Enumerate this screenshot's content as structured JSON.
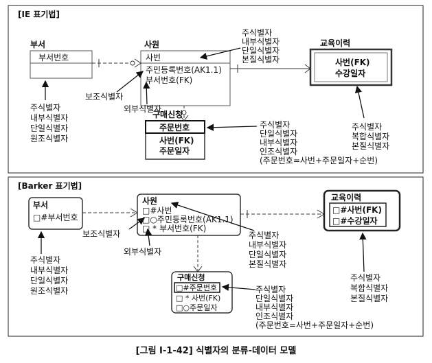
{
  "ie": {
    "title": "[IE 표기법]",
    "dept": {
      "name": "부서",
      "attr": "부서번호"
    },
    "emp": {
      "name": "사원",
      "pk": "사번",
      "a1": "주민등록번호(AK1.1)",
      "a2": "부서번호(FK)"
    },
    "order": {
      "name": "구매신청",
      "a1": "주문번호",
      "a2": "사번(FK)",
      "a3": "주문일자"
    },
    "edu": {
      "name": "교육이력",
      "a1": "사번(FK)",
      "a2": "수강일자"
    },
    "emp_types": [
      "주식별자",
      "내부식별자",
      "단일식별자",
      "본질식별자"
    ],
    "dept_types": [
      "주식별자",
      "내부식별자",
      "단일식별자",
      "원조식별자"
    ],
    "order_types": [
      "주식별자",
      "단일식별자",
      "내부식별자",
      "인조식별자",
      "(주문번호=사번+주문일자+순번)"
    ],
    "edu_types": [
      "주식별자",
      "복합식별자",
      "본질식별자"
    ],
    "sub_label": "보조식별자",
    "fk_label": "외부식별자"
  },
  "barker": {
    "title": "[Barker 표기법]",
    "dept": {
      "name": "부서",
      "attr": "□#부서번호"
    },
    "emp": {
      "name": "사원",
      "a1": "□#사번",
      "a2": "□○주민등록번호(AK1.1)",
      "a3": "□ * 부서번호(FK)"
    },
    "order": {
      "name": "구매신청",
      "a1": "□#주문번호",
      "a2": "□ * 사번(FK)",
      "a3": "□○주문일자"
    },
    "edu": {
      "name": "교육이력",
      "a1": "□#사번(FK)",
      "a2": "□#수강일자"
    },
    "emp_types": [
      "주식별자",
      "내부식별자",
      "단일식별자",
      "본질식별자"
    ],
    "dept_types": [
      "주식별자",
      "내부식별자",
      "단일식별자",
      "원조식별자"
    ],
    "order_types": [
      "주식별자",
      "단일식별자",
      "내부식별자",
      "인조식별자",
      "(주문번호=사번+주문일자+순번)"
    ],
    "edu_types": [
      "주식별자",
      "복합식별자",
      "본질식별자"
    ],
    "sub_label": "보조식별자",
    "fk_label": "외부식별자"
  },
  "caption": "[그림 Ⅰ-1-42] 식별자의 분류-데이터 모델"
}
